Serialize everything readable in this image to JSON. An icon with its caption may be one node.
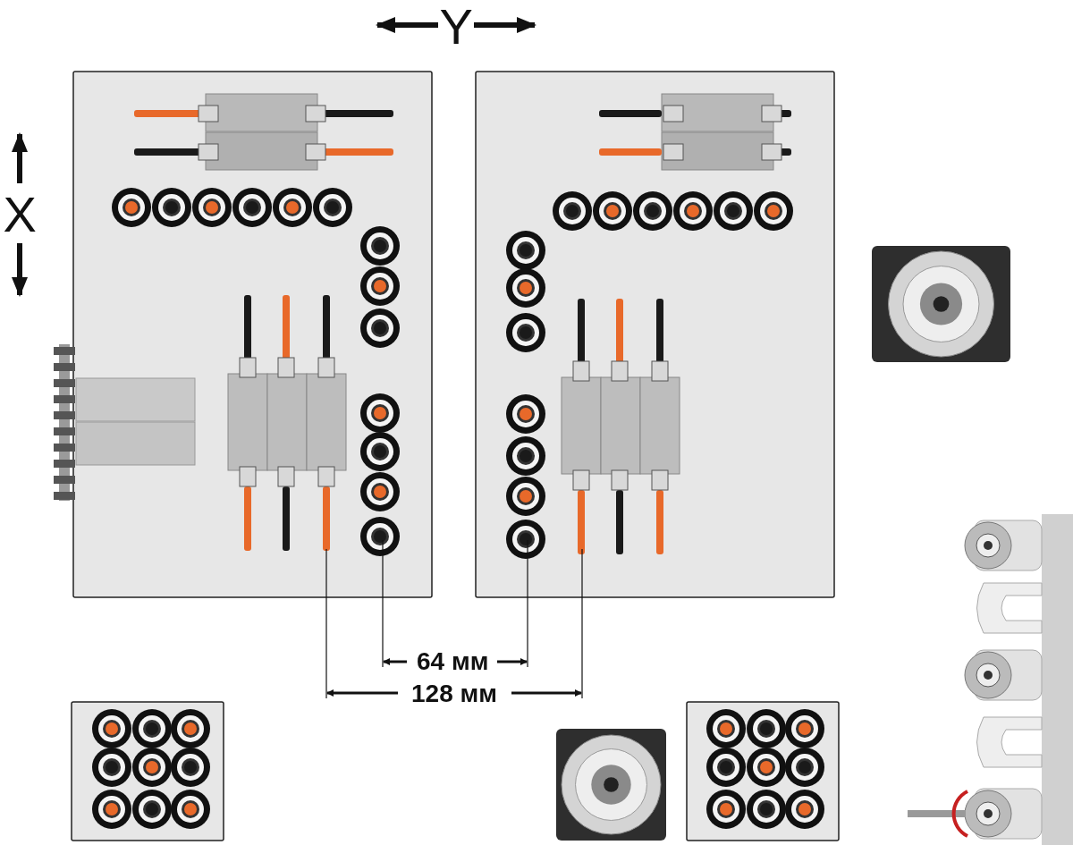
{
  "diagram": {
    "labels": [
      "Y",
      "X",
      "64 мм",
      "128 мм"
    ]
  }
}
